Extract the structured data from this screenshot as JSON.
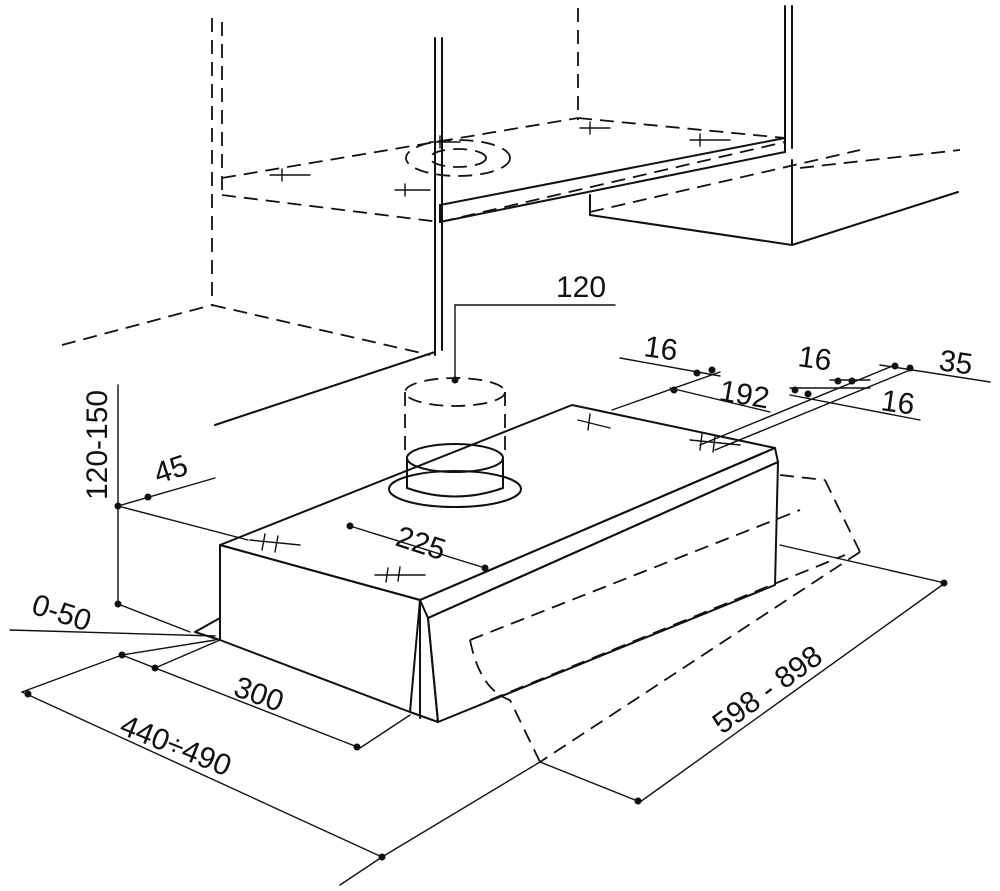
{
  "dimensions": {
    "d120": "120",
    "d16_top": "16",
    "d192": "192",
    "d16_mid": "16",
    "d35": "35",
    "d16_right": "16",
    "d120_150": "120-150",
    "d45": "45",
    "d225": "225",
    "d0_50": "0-50",
    "d300": "300",
    "d440_490": "440÷490",
    "d598_898": "598 - 898"
  },
  "colors": {
    "ink": "#111111",
    "background": "#ffffff"
  }
}
